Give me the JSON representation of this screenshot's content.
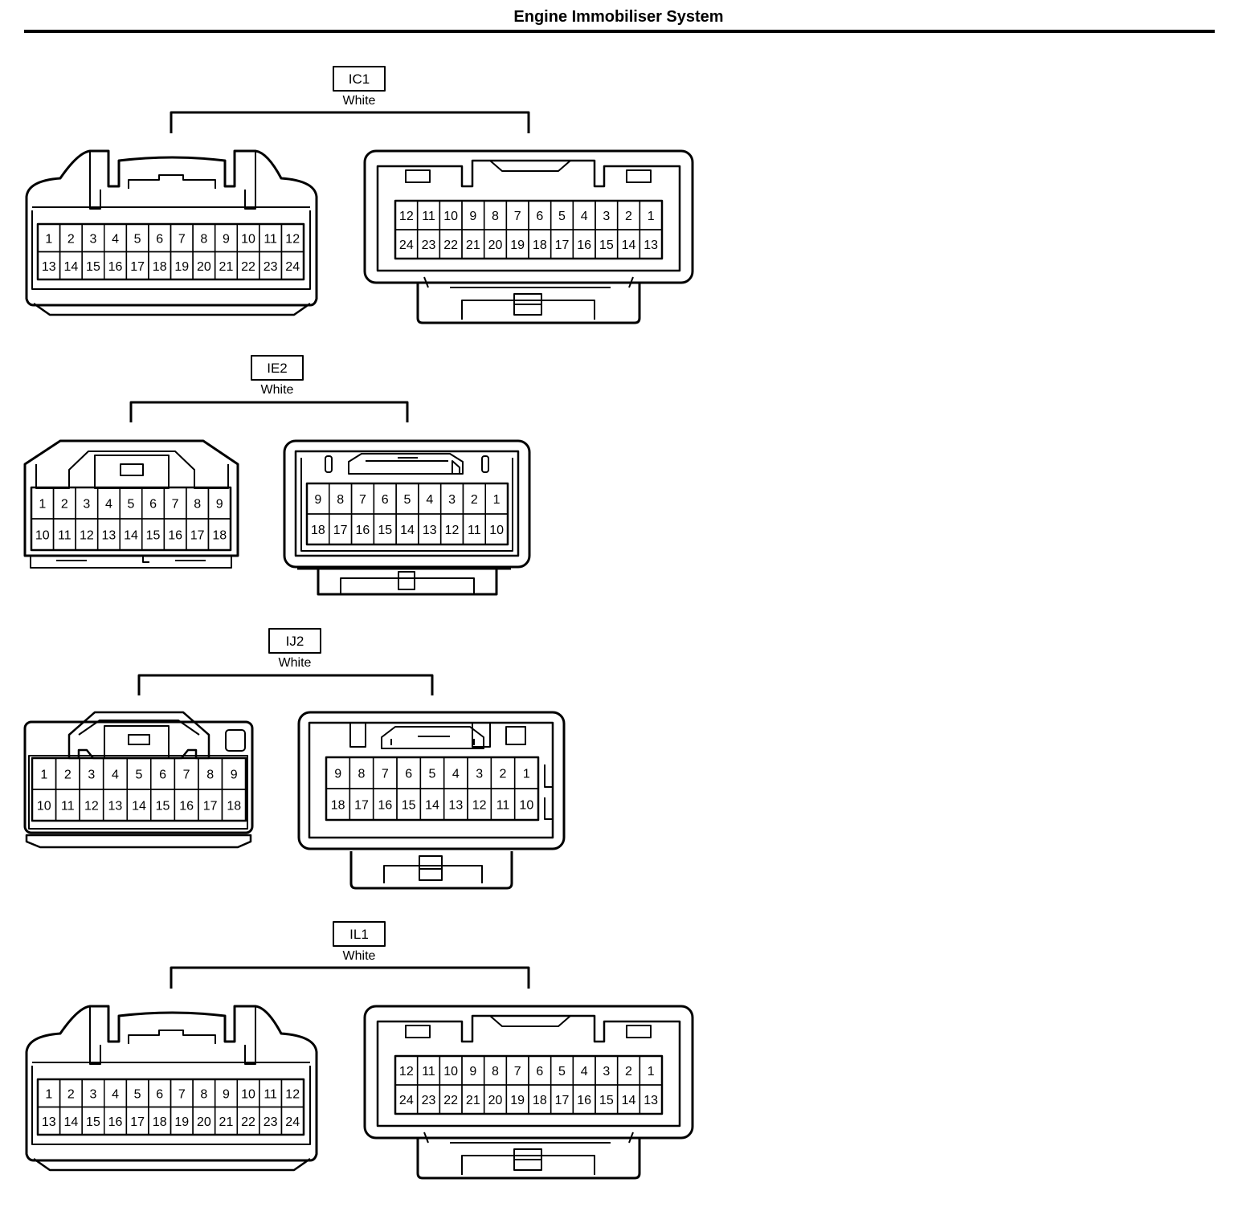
{
  "page_title": "Engine Immobiliser System",
  "connectors": [
    {
      "id": "IC1",
      "color": "White",
      "pins": 24,
      "rows": 2,
      "cols": 12
    },
    {
      "id": "IE2",
      "color": "White",
      "pins": 18,
      "rows": 2,
      "cols": 9
    },
    {
      "id": "IJ2",
      "color": "White",
      "pins": 18,
      "rows": 2,
      "cols": 9
    },
    {
      "id": "IL1",
      "color": "White",
      "pins": 24,
      "rows": 2,
      "cols": 12
    }
  ]
}
